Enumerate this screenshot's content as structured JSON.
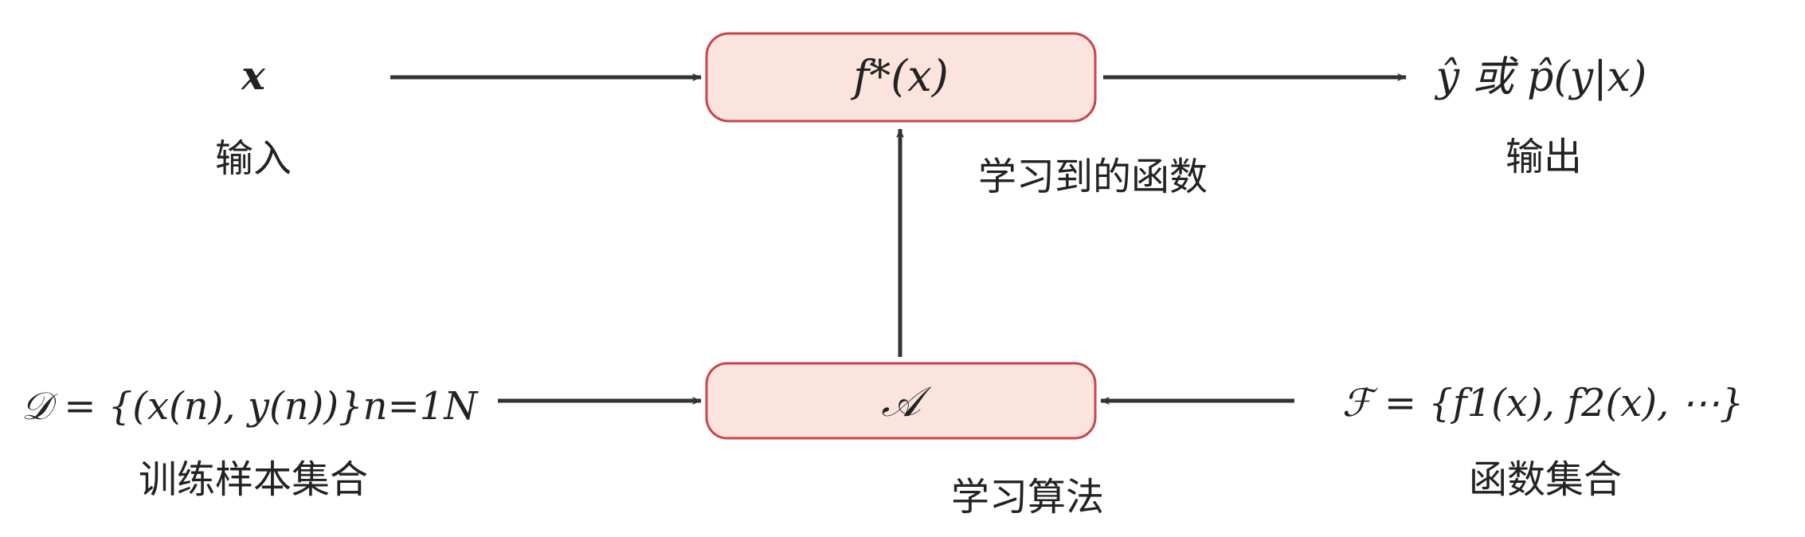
{
  "nodes": {
    "input": {
      "symbol": "x",
      "label": "输入"
    },
    "learned_function": {
      "symbol": "f*(x)",
      "label": "学习到的函数"
    },
    "output": {
      "symbol": "ŷ 或 p̂(y|x)",
      "label": "输出"
    },
    "training_set": {
      "symbol": "𝒟 = {(x(n), y(n))}n=1N",
      "label": "训练样本集合"
    },
    "algorithm": {
      "symbol": "𝒜",
      "label": "学习算法"
    },
    "function_set": {
      "symbol": "ℱ = {f1(x), f2(x), ⋯}",
      "label": "函数集合"
    }
  },
  "colors": {
    "box_fill": "#FBE3DE",
    "box_stroke": "#C8464B",
    "arrow": "#333333",
    "text": "#222222"
  }
}
